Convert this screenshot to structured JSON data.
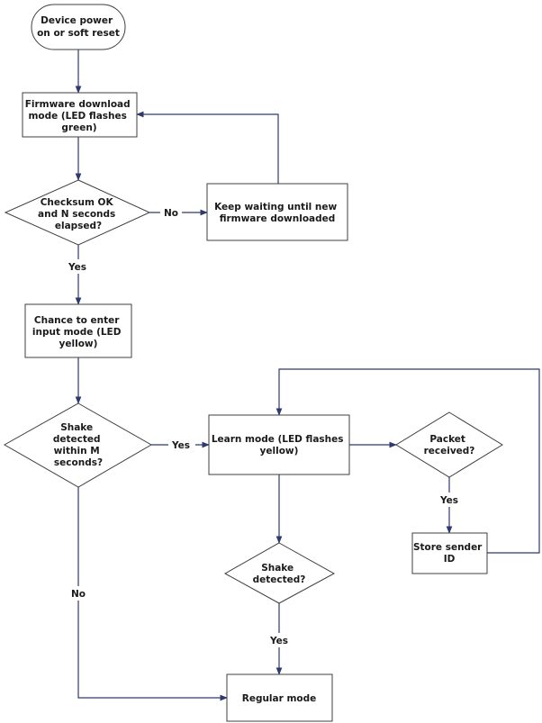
{
  "nodes": {
    "start": [
      "Device power",
      "on or soft reset"
    ],
    "firmware_download": [
      "Firmware download",
      "mode (LED flashes",
      "green)"
    ],
    "checksum": [
      "Checksum OK",
      "and N seconds",
      "elapsed?"
    ],
    "keep_waiting": [
      "Keep waiting until new",
      "firmware downloaded"
    ],
    "chance_input": [
      "Chance to enter",
      "input mode (LED",
      "yellow)"
    ],
    "shake_within": [
      "Shake",
      "detected",
      "within M",
      "seconds?"
    ],
    "learn_mode": [
      "Learn mode (LED flashes",
      "yellow)"
    ],
    "packet_received": [
      "Packet",
      "received?"
    ],
    "store_sender": [
      "Store sender",
      "ID"
    ],
    "shake_detected": [
      "Shake",
      "detected?"
    ],
    "regular_mode": [
      "Regular mode"
    ]
  },
  "edges": {
    "checksum_no": "No",
    "checksum_yes": "Yes",
    "shake_within_yes": "Yes",
    "shake_within_no": "No",
    "packet_yes": "Yes",
    "shake_detected_yes": "Yes"
  }
}
